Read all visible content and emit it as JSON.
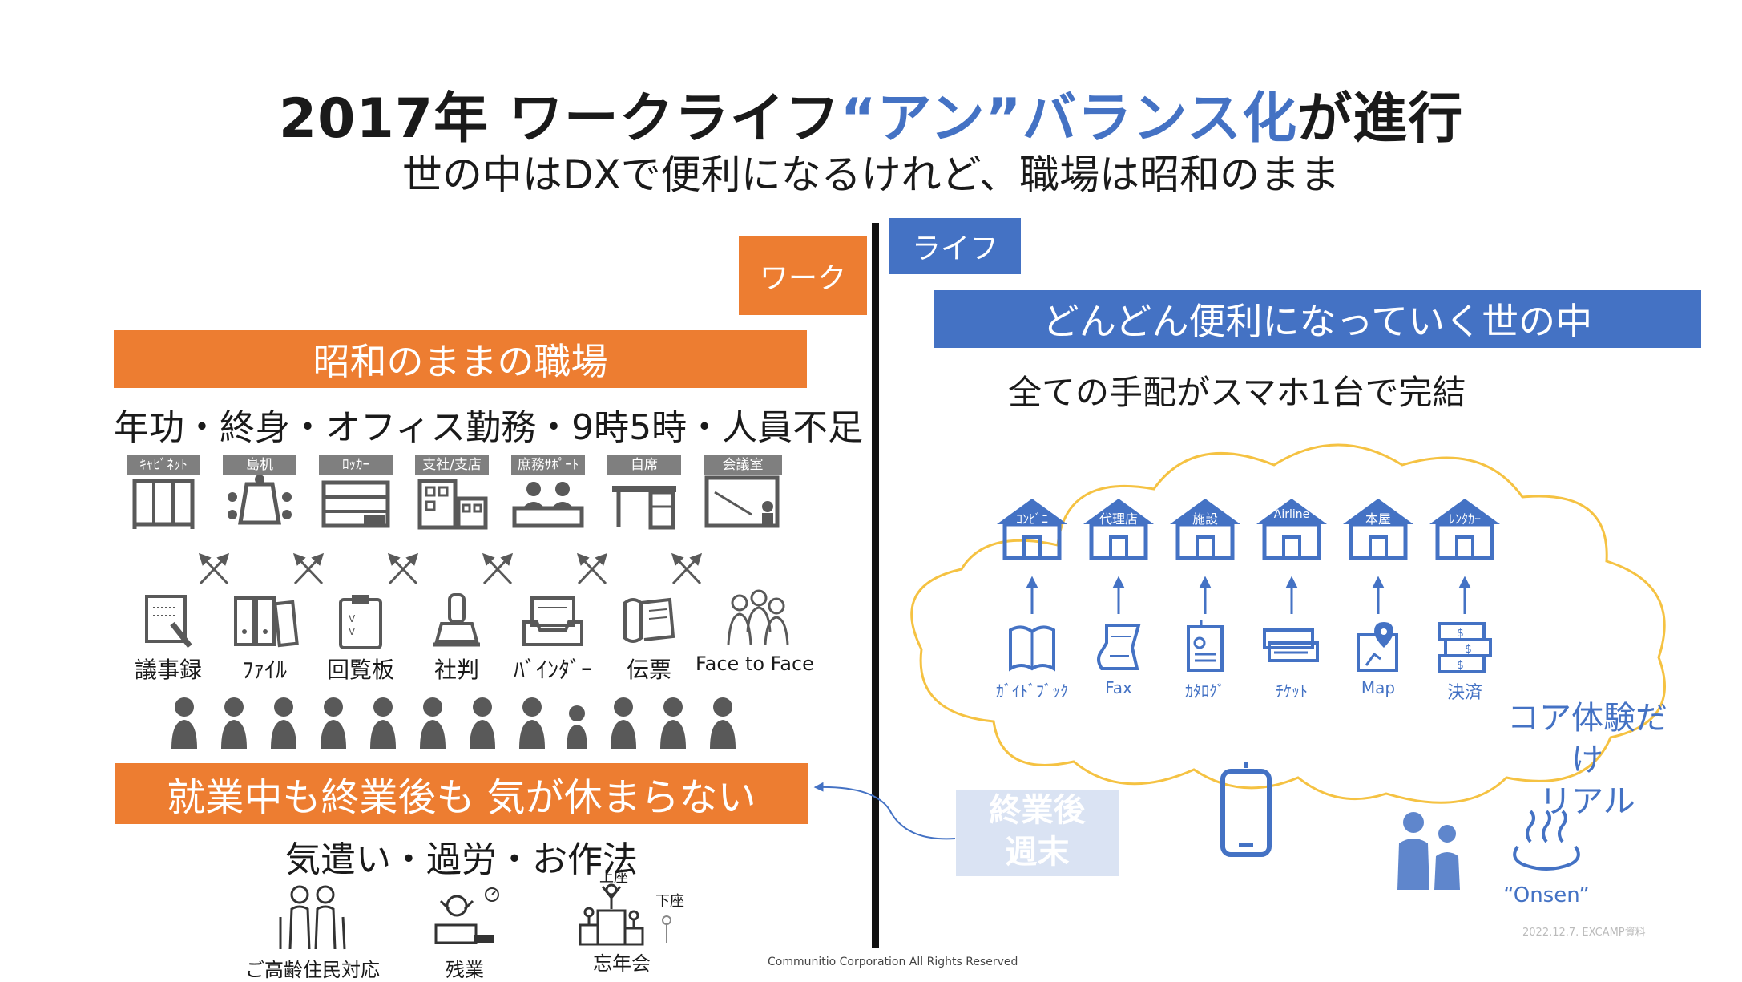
{
  "header": {
    "title_a": "2017年  ワークライフ",
    "title_b": "“アン”",
    "title_c": "バランス化",
    "title_d": "が進行",
    "subtitle": "世の中はDXで便利になるけれど、職場は昭和のまま"
  },
  "work": {
    "tag": "ワーク",
    "banner": "昭和のままの職場",
    "keywords": "年功・終身・オフィス勤務・9時5時・人員不足",
    "places": [
      "ｷｬﾋﾞﾈｯﾄ",
      "島机",
      "ﾛｯｶｰ",
      "支社/支店",
      "庶務ｻﾎﾟｰﾄ",
      "自席",
      "会議室"
    ],
    "tools": [
      "議事録",
      "ﾌｧｲﾙ",
      "回覧板",
      "社判",
      "ﾊﾞｲﾝﾀﾞｰ",
      "伝票",
      "Face to Face"
    ],
    "banner2": "就業中も終業後も 気が休まらない",
    "keywords2": "気遣い・過労・お作法",
    "after": [
      "ご高齢住民対応",
      "残業",
      "忘年会"
    ],
    "seat_upper": "上座",
    "seat_lower": "下座"
  },
  "life": {
    "tag": "ライフ",
    "banner": "どんどん便利になっていく世の中",
    "caption": "全ての手配がスマホ1台で完結",
    "services": [
      "ｺﾝﾋﾞﾆ",
      "代理店",
      "施設",
      "Airline",
      "本屋",
      "ﾚﾝﾀｶｰ"
    ],
    "tools": [
      "ｶﾞｲﾄﾞﾌﾞｯｸ",
      "Fax",
      "ｶﾀﾛｸﾞ",
      "ﾁｹｯﾄ",
      "Map",
      "決済"
    ],
    "after_work_1": "終業後",
    "after_work_2": "週末",
    "core_1": "コア体験だけ",
    "core_2": "リアル",
    "onsen": "“Onsen”",
    "stamp": "2022.12.7. EXCAMP資料"
  },
  "footer": {
    "copyright": "Communitio Corporation All Rights Reserved"
  },
  "colors": {
    "orange": "#ED7D31",
    "blue": "#4472C4",
    "gray": "#595959",
    "cloud": "#F5C242",
    "pale_blue": "#DAE3F3"
  }
}
